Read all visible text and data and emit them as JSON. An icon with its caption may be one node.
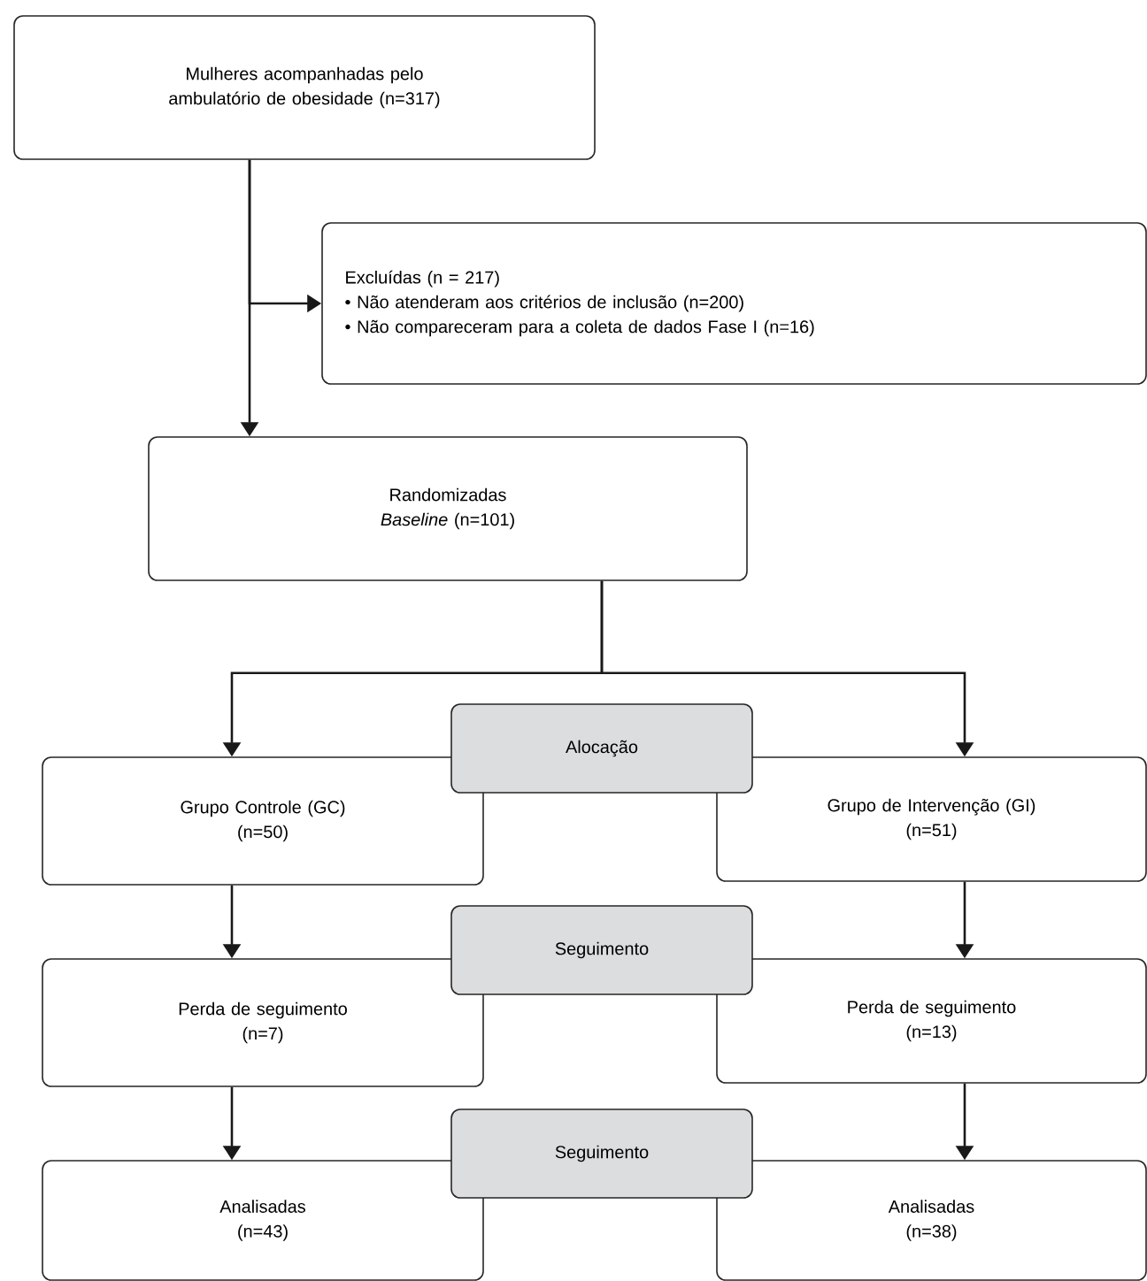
{
  "diagram": {
    "nodes": [
      {
        "text": [
          "Mulheres acompanhadas pelo ambulatório de obesidade (n=317)"
        ]
      },
      {
        "text": [
          "Excluídas (n = 217)",
          "• Não atenderam aos critérios de inclusão (n=200)",
          "• Não compareceram para a coleta de dados Fase I (n=16)"
        ]
      },
      {
        "text": [
          "Randomizadas",
          "*Baseline* (n=101)"
        ]
      },
      {
        "text": [
          "Alocação"
        ]
      },
      {
        "text": [
          "Grupo Controle (GC)",
          "(n=50)"
        ]
      },
      {
        "text": [
          "Grupo de Intervenção (GI)",
          "(n=51)"
        ]
      },
      {
        "text": [
          "Seguimento"
        ]
      },
      {
        "text": [
          "Perda de seguimento",
          "(n=7)"
        ]
      },
      {
        "text": [
          "Perda de seguimento",
          "(n=13)"
        ]
      },
      {
        "text": [
          "Seguimento"
        ]
      },
      {
        "text": [
          "Analisadas",
          "(n=43)"
        ]
      },
      {
        "text": [
          "Analisadas",
          "(n=38)"
        ]
      }
    ],
    "edges": [
      {
        "from": 0,
        "to": 1,
        "arrow": "to"
      },
      {
        "from": 0,
        "to": 2,
        "arrow": "to"
      },
      {
        "from": 2,
        "to": 4,
        "arrow": "to"
      },
      {
        "from": 2,
        "to": 5,
        "arrow": "to"
      },
      {
        "from": 4,
        "to": 7,
        "arrow": "to"
      },
      {
        "from": 5,
        "to": 8,
        "arrow": "to"
      },
      {
        "from": 7,
        "to": 10,
        "arrow": "to"
      },
      {
        "from": 8,
        "to": 11,
        "arrow": "to"
      }
    ]
  }
}
